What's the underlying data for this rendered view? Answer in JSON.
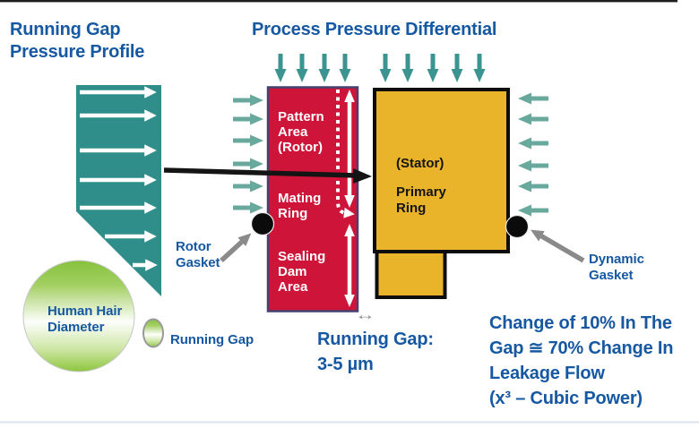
{
  "titles": {
    "left": "Running Gap\nPressure Profile",
    "center": "Process Pressure Differential"
  },
  "rotor": {
    "pattern_area": "Pattern\nArea\n(Rotor)",
    "mating_ring": "Mating\nRing",
    "sealing_dam": "Sealing\nDam\nArea"
  },
  "stator": {
    "stator": "(Stator)",
    "primary_ring": "Primary\nRing"
  },
  "gaskets": {
    "rotor": "Rotor\nGasket",
    "dynamic": "Dynamic\nGasket"
  },
  "scale_reference": {
    "human_hair": "Human Hair\nDiameter",
    "running_gap": "Running Gap"
  },
  "annotations": {
    "running_gap_value": "Running Gap:\n3-5 µm",
    "leakage_note": "Change of 10% In The\nGap ≅ 70% Change In\nLeakage Flow\n(x³ – Cubic Power)",
    "gap_width_icon": "↔"
  },
  "colors": {
    "accent_blue": "#1658a2",
    "teal": "#2f8e8a",
    "teal_mid": "#3b9490",
    "teal_light": "#69a89c",
    "red": "#ce1438",
    "red_border": "#474170",
    "yellow": "#e9b32a",
    "yellow_border": "#0d0d0d",
    "green": "#8cc63e",
    "gray_arrow": "#8a8a8a",
    "line_dark": "#1f1f1f",
    "line_light": "#d9e3ed"
  }
}
